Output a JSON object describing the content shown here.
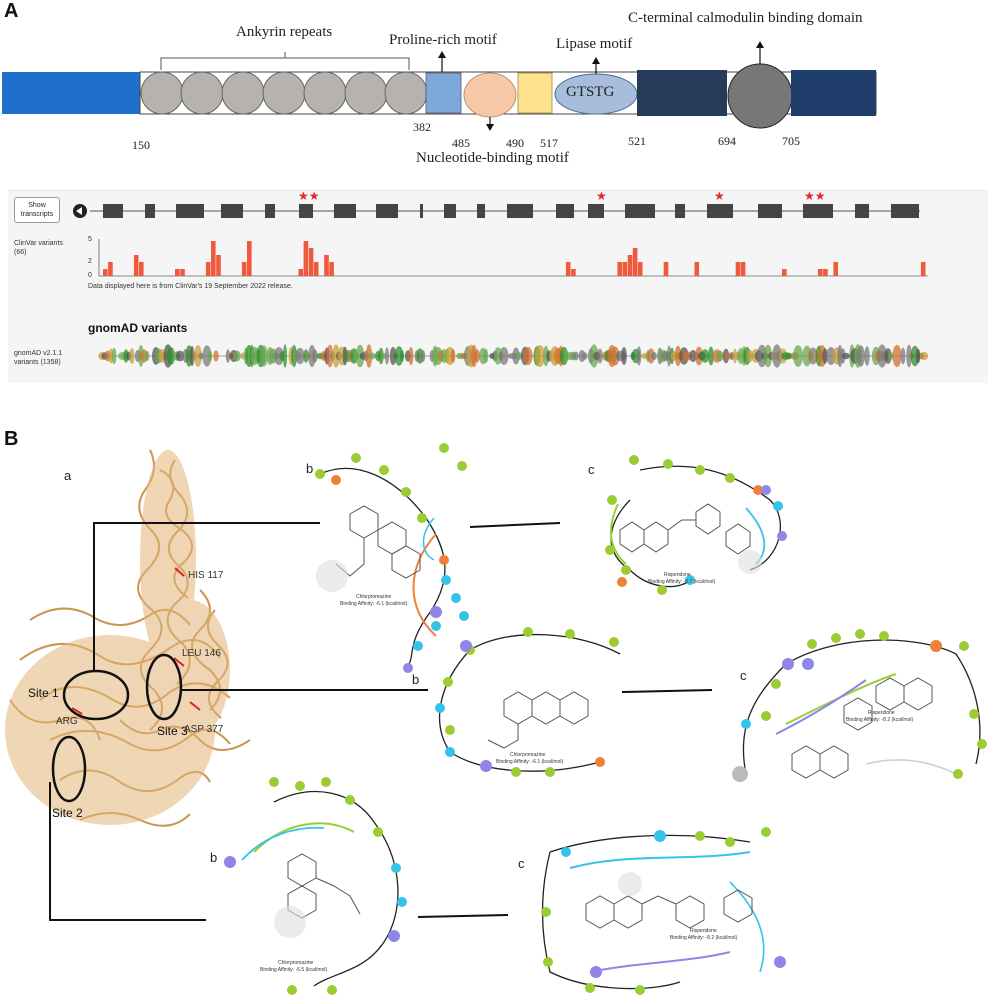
{
  "panel_a": {
    "letter": "A",
    "domains": {
      "ankyrin_repeats": "Ankyrin repeats",
      "proline_rich": "Proline-rich motif",
      "lipase": "Lipase motif",
      "calmodulin": "C-terminal calmodulin binding domain",
      "nucleotide_binding": "Nucleotide-binding motif",
      "gtstg": "GTSTG"
    },
    "positions": [
      "150",
      "382",
      "485",
      "490",
      "517",
      "521",
      "694",
      "705"
    ],
    "browser": {
      "show_transcripts": "Show transcripts",
      "clinvar_label": "ClinVar variants",
      "clinvar_count": "(66)",
      "y_ticks": [
        "5",
        "2",
        "0"
      ],
      "clinvar_note": "Data displayed here is from ClinVar's 19 September 2022 release.",
      "gnomad_title": "gnomAD variants",
      "gnomad_label": "gnomAD v2.1.1",
      "gnomad_count": "variants (1358)",
      "clinvar_bars": [
        1,
        2,
        0,
        0,
        0,
        0,
        3,
        2,
        0,
        0,
        0,
        0,
        0,
        0,
        1,
        1,
        0,
        0,
        0,
        0,
        2,
        5,
        3,
        0,
        0,
        0,
        0,
        2,
        5,
        0,
        0,
        0,
        0,
        0,
        0,
        0,
        0,
        0,
        1,
        5,
        4,
        2,
        0,
        3,
        2,
        0,
        0,
        0,
        0,
        0,
        0,
        0,
        0,
        0,
        0,
        0,
        0,
        0,
        0,
        0,
        0,
        0,
        0,
        0,
        0,
        0,
        0,
        0,
        0,
        0,
        0,
        0,
        0,
        0,
        0,
        0,
        0,
        0,
        0,
        0,
        0,
        0,
        0,
        0,
        0,
        0,
        0,
        0,
        0,
        0,
        2,
        1,
        0,
        0,
        0,
        0,
        0,
        0,
        0,
        0,
        2,
        2,
        3,
        4,
        2,
        0,
        0,
        0,
        0,
        2,
        0,
        0,
        0,
        0,
        0,
        2,
        0,
        0,
        0,
        0,
        0,
        0,
        0,
        2,
        2,
        0,
        0,
        0,
        0,
        0,
        0,
        0,
        1,
        0,
        0,
        0,
        0,
        0,
        0,
        1,
        1,
        0,
        2,
        0,
        0,
        0,
        0,
        0,
        0,
        0,
        0,
        0,
        0,
        0,
        0,
        0,
        0,
        0,
        0,
        2
      ]
    }
  },
  "panel_b": {
    "letter": "B",
    "sublabels": {
      "a": "a",
      "b1": "b",
      "c1": "c",
      "b2": "b",
      "c2": "c",
      "b3": "b",
      "c3": "c"
    },
    "sites": [
      "Site 1",
      "Site 2",
      "Site 3"
    ],
    "residues": [
      "HIS 117",
      "LEU 146",
      "ARG",
      "ASP 377"
    ],
    "interactions": [
      {
        "drug": "Chlorpromazine",
        "affinity": "Binding Affinity: -6.1 (kcal/mol)"
      },
      {
        "drug": "Risperidone",
        "affinity": "Binding Affinity: -8.7 (kcal/mol)"
      },
      {
        "drug": "Chlorpromazine",
        "affinity": "Binding Affinity: -6.1 (kcal/mol)"
      },
      {
        "drug": "Risperidone",
        "affinity": "Binding Affinity: -8.2 (kcal/mol)"
      },
      {
        "drug": "Chlorpromazine",
        "affinity": "Binding Affinity: -6.5 (kcal/mol)"
      },
      {
        "drug": "Risperidone",
        "affinity": "Binding Affinity: -8.2 (kcal/mol)"
      }
    ],
    "colors": {
      "protein": "#e2b477",
      "site_ring": "#111111",
      "green": "#9acd32",
      "cyan": "#35c4e8",
      "orange": "#ef7f3a",
      "purple": "#8f86e8"
    }
  }
}
